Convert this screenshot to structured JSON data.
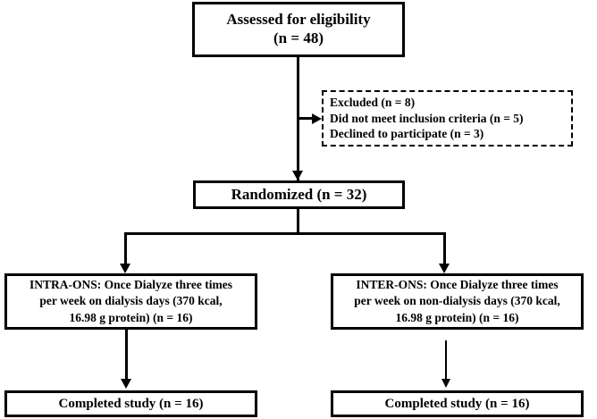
{
  "diagram": {
    "title": "CONSORT participant flow diagram",
    "colors": {
      "line": "#000000",
      "box_border": "#000000",
      "background": "#ffffff",
      "text": "#000000"
    },
    "nodes": {
      "assessed": {
        "label": "Assessed for eligibility (n = 48)",
        "lines": [
          "Assessed for eligibility",
          "(n = 48)"
        ],
        "line1": "Assessed for eligibility",
        "line2": "(n = 48)",
        "border_style": "solid",
        "count": 48
      },
      "excluded": {
        "label": "Excluded (n = 8)",
        "lines": [
          "Excluded (n = 8)",
          "Did not meet inclusion criteria (n = 5)",
          "Declined to participate (n = 3)"
        ],
        "line1": "Excluded (n = 8)",
        "line2": "Did not meet inclusion criteria (n = 5)",
        "line3": "Declined to participate (n = 3)",
        "border_style": "dashed",
        "count": 8,
        "reasons": [
          {
            "reason": "Did not meet inclusion criteria",
            "n": 5
          },
          {
            "reason": "Declined to participate",
            "n": 3
          }
        ]
      },
      "randomized": {
        "label": "Randomized (n = 32)",
        "line1": "Randomized (n = 32)",
        "border_style": "solid",
        "count": 32
      },
      "intra_ons": {
        "label": "INTRA-ONS: Once Dialyze three times per week on dialysis days (370 kcal, 16.98 g protein) (n = 16)",
        "lines": [
          "INTRA-ONS: Once Dialyze three times",
          "per week on dialysis days (370 kcal,",
          "16.98 g protein) (n = 16)"
        ],
        "line1": "INTRA-ONS: Once Dialyze three times",
        "line2": "per week on dialysis days (370 kcal,",
        "line3": "16.98 g protein) (n = 16)",
        "border_style": "solid",
        "count": 16,
        "kcal": 370,
        "protein_g": 16.98
      },
      "inter_ons": {
        "label": "INTER-ONS: Once Dialyze three times per week on non-dialysis days (370 kcal, 16.98 g protein) (n = 16)",
        "lines": [
          "INTER-ONS: Once Dialyze three times",
          "per week on non-dialysis days (370 kcal,",
          "16.98 g protein) (n = 16)"
        ],
        "line1": "INTER-ONS: Once Dialyze three times",
        "line2": "per week on non-dialysis days (370 kcal,",
        "line3": "16.98 g protein) (n = 16)",
        "border_style": "solid",
        "count": 16,
        "kcal": 370,
        "protein_g": 16.98
      },
      "completed_left": {
        "label": "Completed study (n = 16)",
        "line1": "Completed study (n = 16)",
        "border_style": "solid",
        "count": 16
      },
      "completed_right": {
        "label": "Completed study (n = 16)",
        "line1": "Completed study (n = 16)",
        "border_style": "solid",
        "count": 16
      }
    },
    "connectors": [
      {
        "name": "assessed-to-randomized",
        "from": "assessed",
        "to": "randomized",
        "arrow": "down"
      },
      {
        "name": "assessed-to-excluded",
        "from": "assessed",
        "to": "excluded",
        "arrow": "right"
      },
      {
        "name": "randomized-to-intra",
        "from": "randomized",
        "to": "intra_ons",
        "arrow": "down"
      },
      {
        "name": "randomized-to-inter",
        "from": "randomized",
        "to": "inter_ons",
        "arrow": "down"
      },
      {
        "name": "intra-to-completed",
        "from": "intra_ons",
        "to": "completed_left",
        "arrow": "down"
      },
      {
        "name": "inter-to-completed",
        "from": "inter_ons",
        "to": "completed_right",
        "arrow": "down"
      }
    ]
  }
}
